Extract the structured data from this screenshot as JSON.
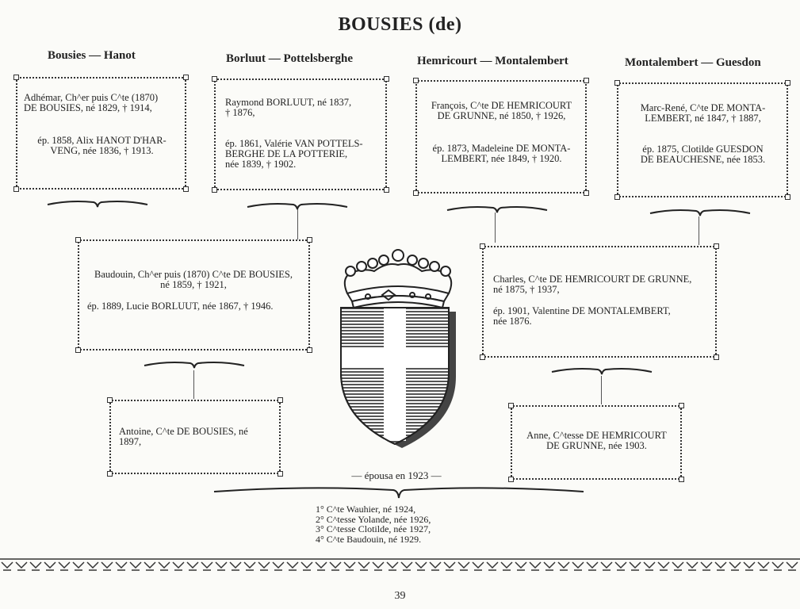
{
  "title": "BOUSIES (de)",
  "headers": [
    "Bousies — Hanot",
    "Borluut — Pottelsberghe",
    "Hemricourt — Montalembert",
    "Montalembert — Guesdon"
  ],
  "boxes": {
    "adhemar": {
      "birth": "Adhémar, Ch^er puis C^te (1870)\nDE BOUSIES, né 1829, † 1914,",
      "marriage": "ép. 1858, Alix HANOT D'HAR-\nVENG, née 1836, † 1913."
    },
    "raymond": {
      "birth": "Raymond BORLUUT, né 1837,\n† 1876,",
      "marriage": "ép. 1861, Valérie VAN POTTELS-\nBERGHE DE LA POTTERIE,\nnée 1839, † 1902."
    },
    "francois": {
      "birth": "François, C^te DE HEMRICOURT\nDE GRUNNE, né 1850, † 1926,",
      "marriage": "ép. 1873, Madeleine DE MONTA-\nLEMBERT, née 1849, † 1920."
    },
    "marcrene": {
      "birth": "Marc-René, C^te DE MONTA-\nLEMBERT, né 1847, † 1887,",
      "marriage": "ép. 1875, Clotilde GUESDON\nDE BEAUCHESNE, née 1853."
    },
    "baudouin": {
      "birth": "Baudouin, Ch^er puis (1870) C^te DE BOUSIES,\nné 1859, † 1921,",
      "marriage": "ép. 1889, Lucie BORLUUT, née 1867, † 1946."
    },
    "charles": {
      "birth": "Charles, C^te DE HEMRICOURT DE GRUNNE,\nné 1875, † 1937,",
      "marriage": "ép. 1901, Valentine DE MONTALEMBERT,\nnée 1876."
    },
    "antoine": {
      "text": "Antoine, C^te DE BOUSIES, né\n1897,"
    },
    "anne": {
      "text": "Anne, C^tesse DE HEMRICOURT\nDE GRUNNE, née 1903."
    }
  },
  "married_caption": "— épousa en 1923 —",
  "children": "1° C^te Wauhier, né 1924,\n2° C^tesse Yolande, née 1926,\n3° C^tesse Clotilde, née 1927,\n4° C^te Baudouin, né 1929.",
  "page_number": "39"
}
